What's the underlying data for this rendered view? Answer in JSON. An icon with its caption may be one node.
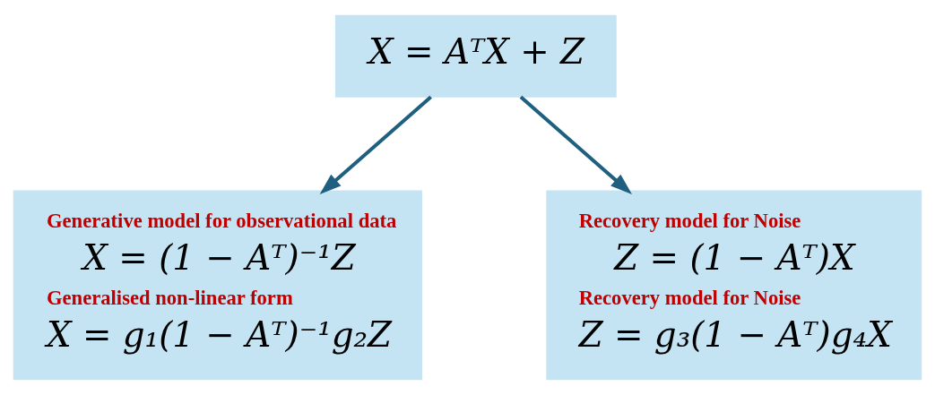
{
  "diagram": {
    "nodes": [
      {
        "text": [
          "X = AᵀX + Z"
        ]
      },
      {
        "text": [
          "Generative model for observational data",
          "X = (1 − Aᵀ)⁻¹Z",
          "Generalised non-linear form",
          "X = g₁(1 − Aᵀ)⁻¹g₂Z"
        ]
      },
      {
        "text": [
          "Recovery model for Noise",
          "Z = (1 − Aᵀ)X",
          "Recovery model for Noise",
          "Z = g₃(1 − Aᵀ)g₄X"
        ]
      }
    ],
    "edges": [
      {
        "from": 0,
        "to": 1,
        "arrow": "to"
      },
      {
        "from": 0,
        "to": 2,
        "arrow": "to"
      }
    ]
  }
}
